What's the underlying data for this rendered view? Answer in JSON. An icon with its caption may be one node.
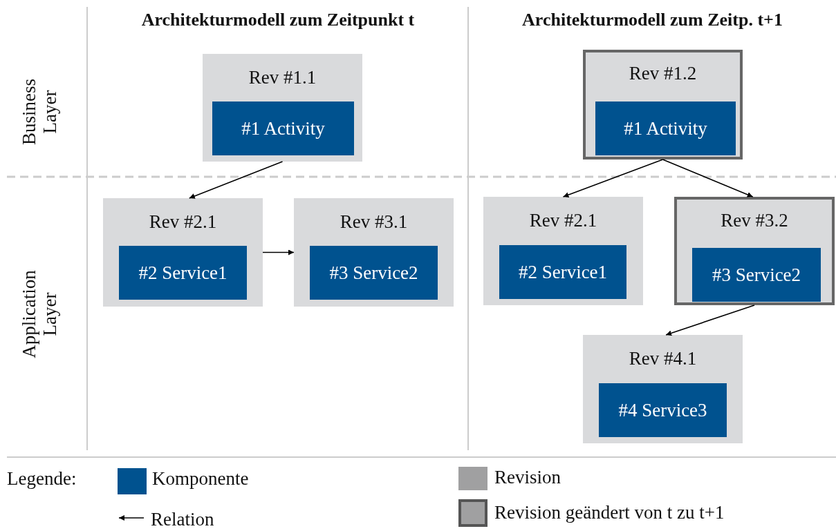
{
  "diagram": {
    "nodes": [
      {
        "text": [
          "Rev #1.1"
        ]
      },
      {
        "text": [
          "#1 Activity"
        ],
        "in": 0
      },
      {
        "text": [
          "Rev #2.1"
        ]
      },
      {
        "text": [
          "#2 Service1"
        ],
        "in": 2
      },
      {
        "text": [
          "Rev #3.1"
        ]
      },
      {
        "text": [
          "#3 Service2"
        ],
        "in": 4
      },
      {
        "text": [
          "Rev #1.2"
        ]
      },
      {
        "text": [
          "#1 Activity"
        ],
        "in": 6
      },
      {
        "text": [
          "Rev #2.1"
        ]
      },
      {
        "text": [
          "#2 Service1"
        ],
        "in": 8
      },
      {
        "text": [
          "Rev #3.2"
        ]
      },
      {
        "text": [
          "#3 Service2"
        ],
        "in": 10
      },
      {
        "text": [
          "Rev #4.1"
        ]
      },
      {
        "text": [
          "#4 Service3"
        ],
        "in": 12
      }
    ],
    "edges": [
      {
        "from": 0,
        "to": 2,
        "arrow": "to"
      },
      {
        "from": 2,
        "to": 4,
        "arrow": "to"
      },
      {
        "from": 6,
        "to": 8,
        "arrow": "to"
      },
      {
        "from": 6,
        "to": 10,
        "arrow": "to"
      },
      {
        "from": 10,
        "to": 12,
        "arrow": "to"
      }
    ],
    "labels": [
      "Architekturmodell zum Zeitpunkt t",
      "Architekturmodell zum Zeitp. t+1",
      "Business Layer",
      "Application Layer",
      "Legende:"
    ],
    "legend": [
      {
        "text": "Komponente",
        "color": "#00528f"
      },
      {
        "text": "Relation"
      },
      {
        "text": "Revision",
        "color": "#a0a0a1"
      },
      {
        "text": "Revision geändert von t zu t+1"
      }
    ]
  }
}
